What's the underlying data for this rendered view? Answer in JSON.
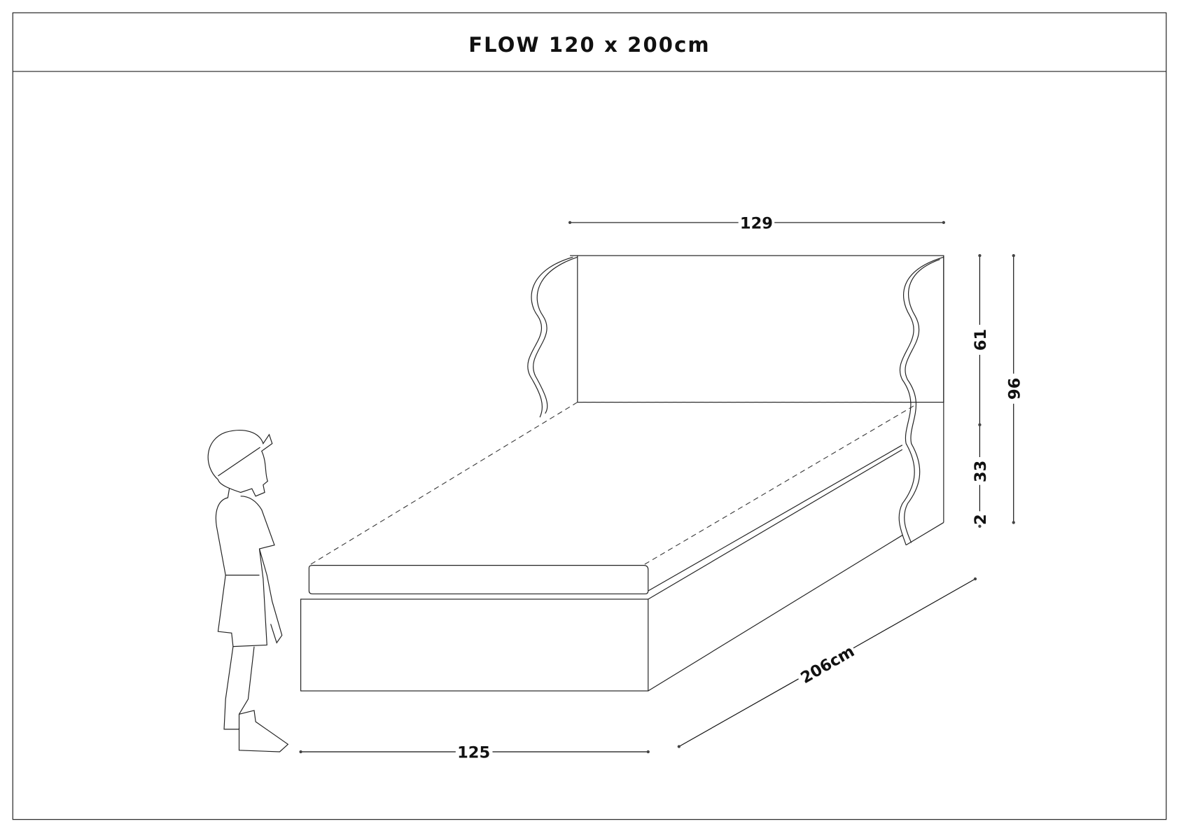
{
  "title": "FLOW 120 x 200cm",
  "dimensions": {
    "headboard_width": "129",
    "headboard_height": "61",
    "base_height": "33",
    "leg_height": "2",
    "total_height": "96",
    "front_width": "125",
    "length": "206cm"
  }
}
